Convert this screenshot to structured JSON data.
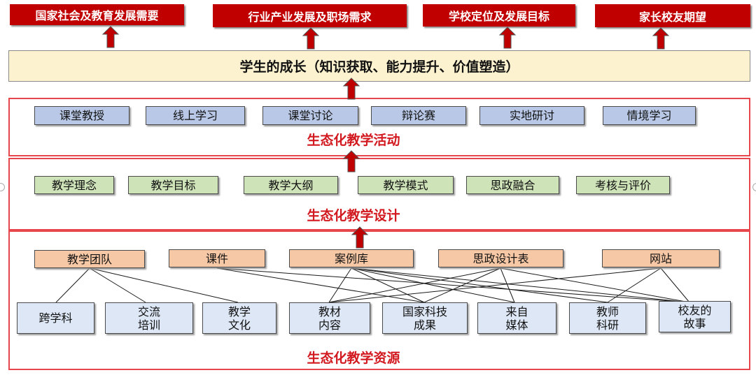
{
  "goals": [
    "国家社会及教育发展需要",
    "行业产业发展及职场需求",
    "学校定位及发展目标",
    "家长校友期望"
  ],
  "growth_label": "学生的成长（知识获取、能力提升、价值塑造）",
  "activities": {
    "title": "生态化教学活动",
    "items": [
      "课堂教授",
      "线上学习",
      "课堂讨论",
      "辩论赛",
      "实地研讨",
      "情境学习"
    ]
  },
  "design": {
    "title": "生态化教学设计",
    "items": [
      "教学理念",
      "教学目标",
      "教学大纲",
      "教学模式",
      "思政融合",
      "考核与评价"
    ]
  },
  "resources": {
    "title": "生态化教学资源",
    "items": [
      "教学团队",
      "课件",
      "案例库",
      "思政设计表",
      "网站"
    ],
    "sub_items": [
      {
        "line1": "跨学科",
        "line2": ""
      },
      {
        "line1": "交流",
        "line2": "培训"
      },
      {
        "line1": "教学",
        "line2": "文化"
      },
      {
        "line1": "教材",
        "line2": "内容"
      },
      {
        "line1": "国家科技",
        "line2": "成果"
      },
      {
        "line1": "来自",
        "line2": "媒体"
      },
      {
        "line1": "教师",
        "line2": "科研"
      },
      {
        "line1": "校友的",
        "line2": "故事"
      }
    ]
  },
  "colors": {
    "goal_bg": "#c00000",
    "section_border": "#e8464d",
    "section_title": "#d2191f",
    "activity_bg": "#b8c8e6",
    "design_bg": "#cfe3b9",
    "resource_bg": "#f7c8a6",
    "sub_resource_bg": "#dde7f5",
    "growth_bg": "#fdf2cf",
    "arrow_fill": "#c00000"
  }
}
